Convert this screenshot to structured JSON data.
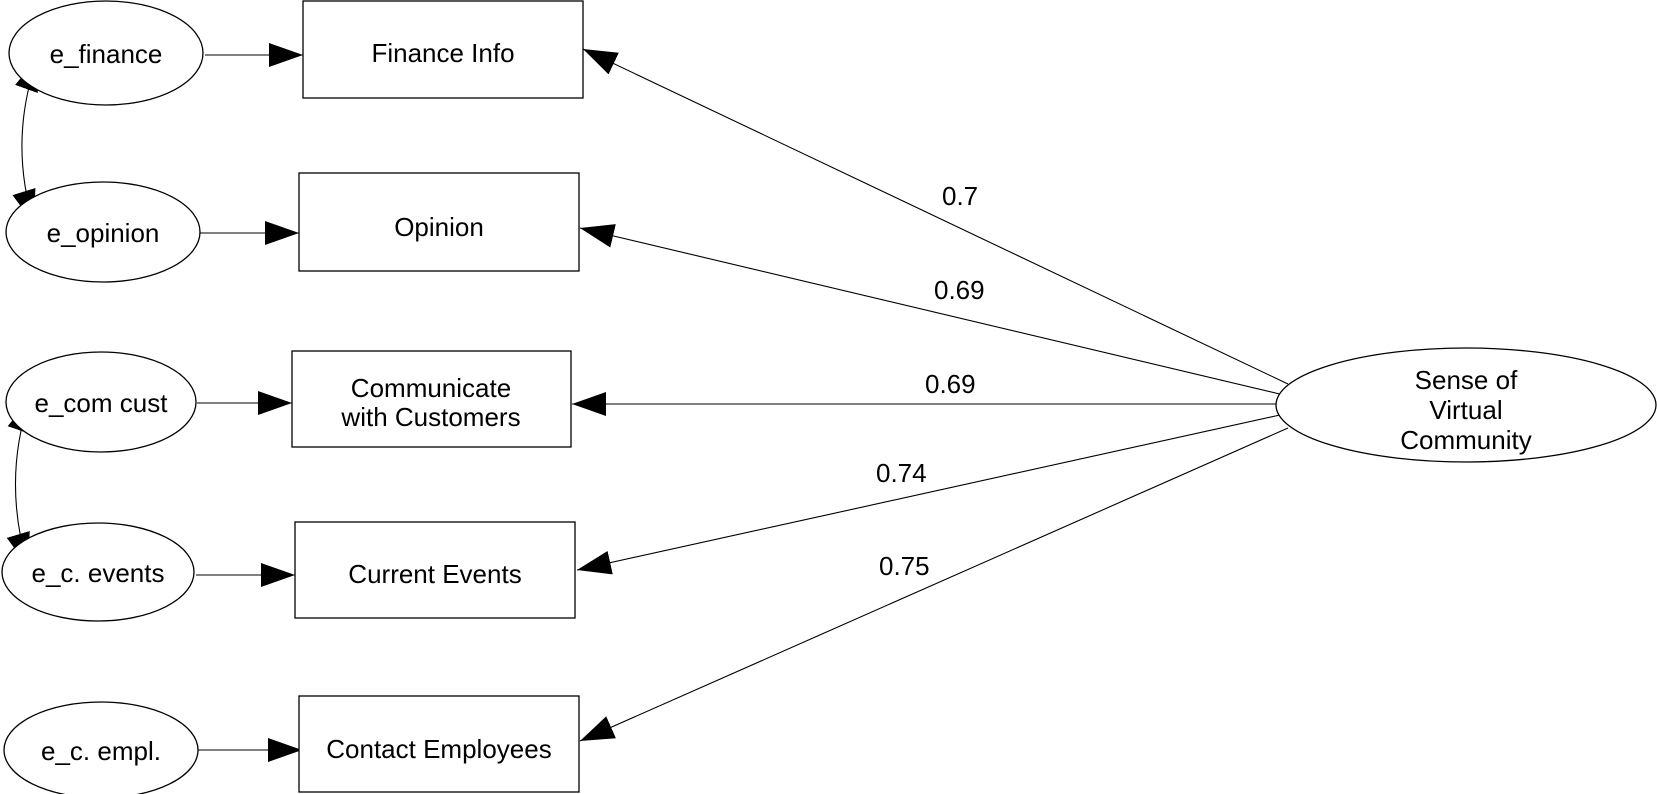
{
  "diagram": {
    "latent": {
      "lines": [
        "Sense of",
        "Virtual",
        "Community"
      ]
    },
    "indicators": [
      {
        "label_lines": [
          "Finance Info"
        ]
      },
      {
        "label_lines": [
          "Opinion"
        ]
      },
      {
        "label_lines": [
          "Communicate",
          "with Customers"
        ]
      },
      {
        "label_lines": [
          "Current Events"
        ]
      },
      {
        "label_lines": [
          "Contact Employees"
        ]
      }
    ],
    "errors": [
      "e_finance",
      "e_opinion",
      "e_com cust",
      "e_c. events",
      "e_c. empl."
    ],
    "loadings": [
      "0.7",
      "0.69",
      "0.69",
      "0.74",
      "0.75"
    ],
    "covariances": [
      {
        "between": [
          "e_finance",
          "e_opinion"
        ]
      },
      {
        "between": [
          "e_com cust",
          "e_c. events"
        ]
      }
    ]
  }
}
